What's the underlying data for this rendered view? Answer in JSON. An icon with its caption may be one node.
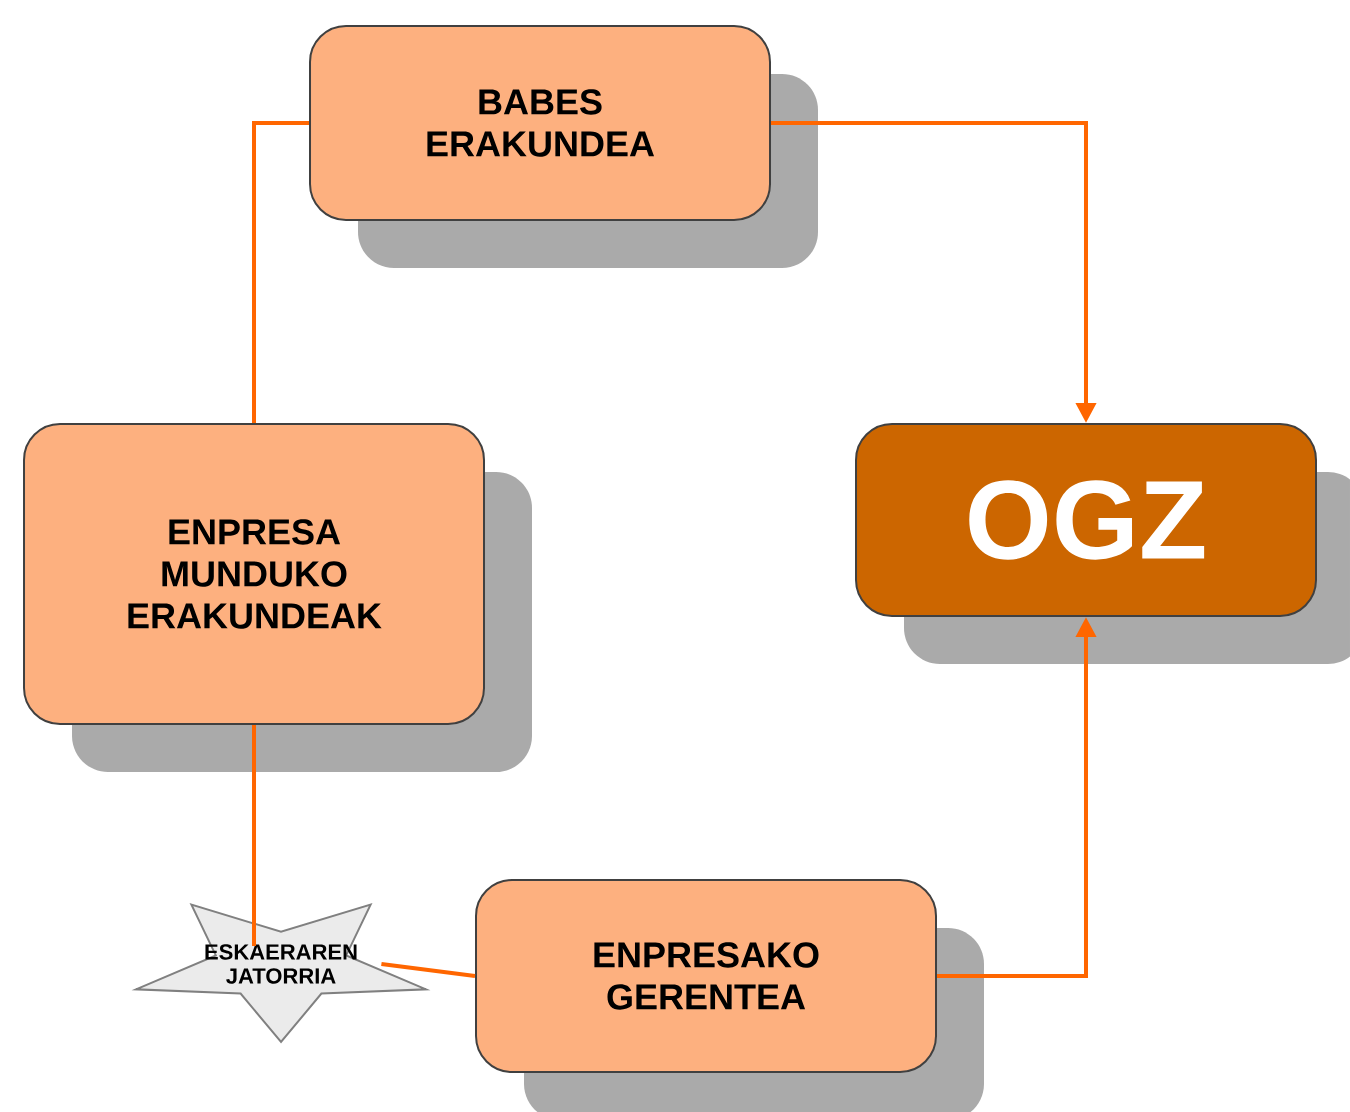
{
  "diagram": {
    "nodes": [
      {
        "text": [
          "BABES ERAKUNDEA"
        ]
      },
      {
        "text": [
          "ENPRESA MUNDUKO ERAKUNDEAK"
        ]
      },
      {
        "text": [
          "OGZ"
        ]
      },
      {
        "text": [
          "ESKAERAREN JATORRIA"
        ]
      },
      {
        "text": [
          "ENPRESAKO GERENTEA"
        ]
      }
    ],
    "edges": [
      {
        "from": 1,
        "to": 0,
        "arrow": "none"
      },
      {
        "from": 0,
        "to": 2,
        "arrow": "to"
      },
      {
        "from": 1,
        "to": 3,
        "arrow": "none"
      },
      {
        "from": 3,
        "to": 4,
        "arrow": "none"
      },
      {
        "from": 4,
        "to": 2,
        "arrow": "to"
      }
    ]
  }
}
